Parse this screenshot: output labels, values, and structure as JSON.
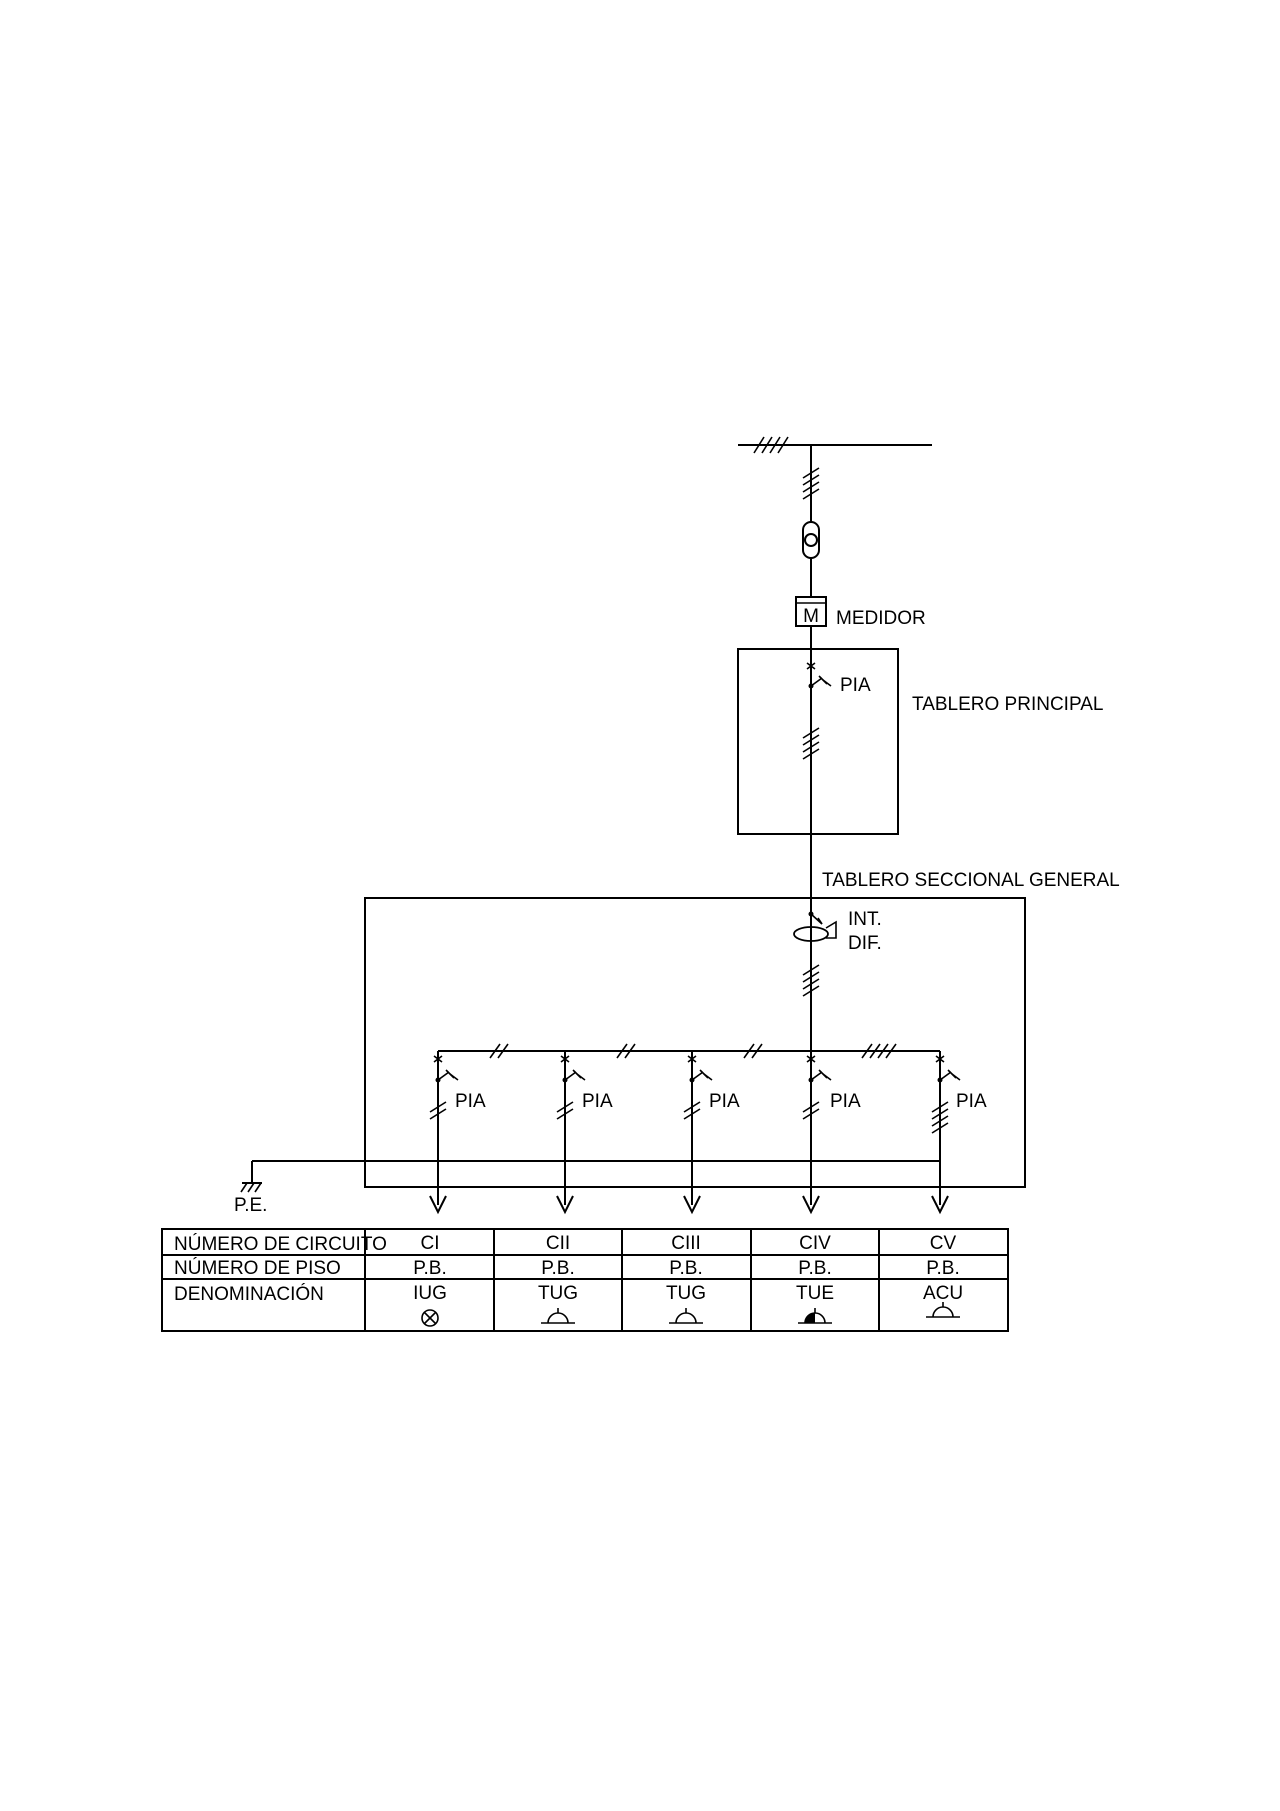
{
  "labels": {
    "medidor": "MEDIDOR",
    "pia": "PIA",
    "tablero_principal": "TABLERO PRINCIPAL",
    "tablero_seccional": "TABLERO SECCIONAL GENERAL",
    "int_line1": "INT.",
    "int_line2": "DIF.",
    "pe": "P.E.",
    "meter_letter": "M"
  },
  "table": {
    "row_headers": [
      "NÚMERO DE CIRCUITO",
      "NÚMERO DE PISO",
      "DENOMINACIÓN"
    ],
    "circuits": [
      {
        "id": "CI",
        "floor": "P.B.",
        "type": "IUG",
        "symbol": "lamp-icon"
      },
      {
        "id": "CII",
        "floor": "P.B.",
        "type": "TUG",
        "symbol": "outlet-icon"
      },
      {
        "id": "CIII",
        "floor": "P.B.",
        "type": "TUG",
        "symbol": "outlet-icon"
      },
      {
        "id": "CIV",
        "floor": "P.B.",
        "type": "TUE",
        "symbol": "special-outlet-icon"
      },
      {
        "id": "CV",
        "floor": "P.B.",
        "type": "ACU",
        "symbol": "ac-outlet-icon"
      }
    ]
  }
}
